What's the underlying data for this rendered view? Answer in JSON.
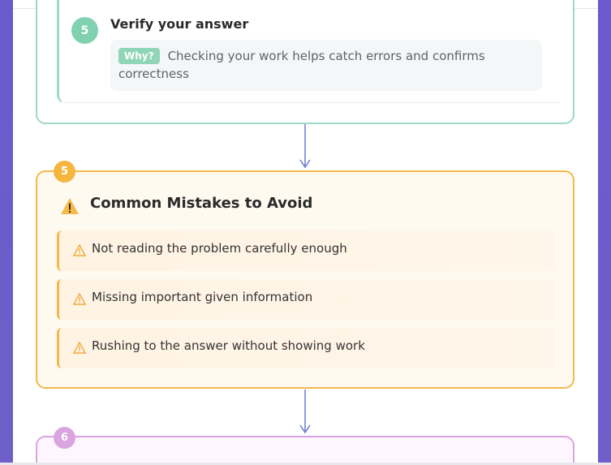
{
  "step": {
    "number": "5",
    "title": "Verify your answer",
    "why_label": "Why?",
    "why_text": "Checking your work helps catch errors and confirms correctness"
  },
  "mistakes": {
    "section_number": "5",
    "title": "Common Mistakes to Avoid",
    "icon": "warning-triangle-icon",
    "items": [
      {
        "text": "Not reading the problem carefully enough"
      },
      {
        "text": "Missing important given information"
      },
      {
        "text": "Rushing to the answer without showing work"
      }
    ]
  },
  "next_section": {
    "number": "6"
  },
  "colors": {
    "accent_purple": "#6a5acd",
    "step_green": "#7fd1b0",
    "mistake_orange": "#f2b84b",
    "next_pink": "#d9a4e0"
  }
}
